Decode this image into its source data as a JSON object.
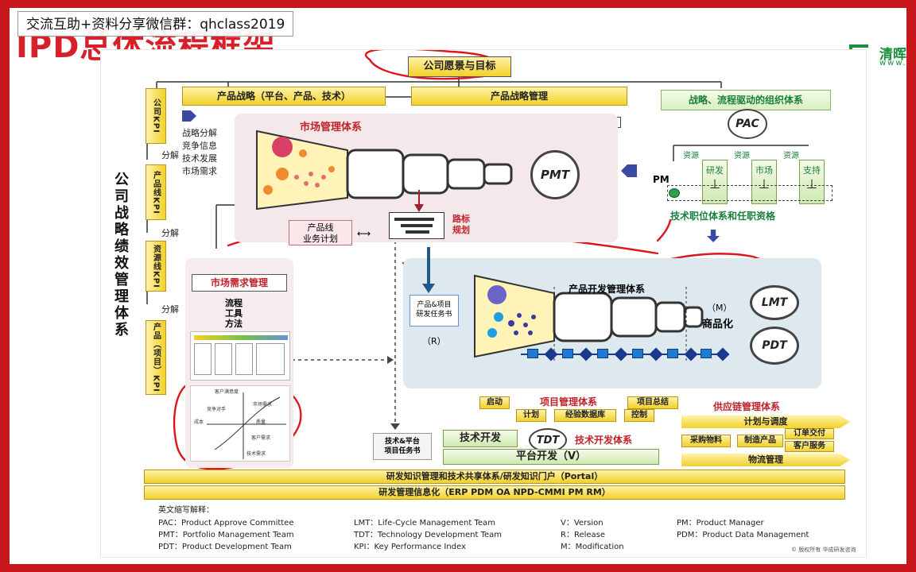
{
  "overlay_banner": "交流互助+资料分享微信群：qhclass2019",
  "slide_title": "IPD总体流程框架",
  "logo": {
    "name": "清晖",
    "sub": "www."
  },
  "vision_box": "公司愿景与目标",
  "product_strategy": "产品战略（平台、产品、技术）",
  "product_strategy_mgmt": "产品战略管理",
  "org_system": "战略、流程驱动的组织体系",
  "side_title": "公司战略绩效管理体系",
  "kpis": [
    "公司KPI",
    "产品线KPI",
    "资源线KPI",
    "产品（项目）KPI"
  ],
  "decompose_label": "分解",
  "strategy_inputs": [
    "战略分解",
    "竞争信息",
    "技术发展",
    "市场需求"
  ],
  "market_mgmt_system": "市场管理体系",
  "pmt": "PMT",
  "product_line_plan": [
    "产品线",
    "业务计划"
  ],
  "roadmap": [
    "路标",
    "规划"
  ],
  "pac": "PAC",
  "resource_labels": [
    "资源",
    "资源",
    "资源"
  ],
  "resource_depts": [
    "研发",
    "市场",
    "支持"
  ],
  "pm": "PM",
  "tech_position": "技术职位体系和任职资格",
  "market_req_mgmt": "市场需求管理",
  "process_tools": [
    "流程",
    "工具",
    "方法"
  ],
  "chart_labels": [
    "客户满意度",
    "市场需求",
    "竞争对手",
    "成本",
    "质量",
    "客户需求",
    "技术需求"
  ],
  "product_task_book": [
    "产品&项目",
    "研发任务书"
  ],
  "r_label": "（R）",
  "product_dev_system": "产品开发管理体系",
  "m_label": "（M）",
  "commercialization": "商品化",
  "lmt": "LMT",
  "pdt": "PDT",
  "project_mgmt_system": "项目管理体系",
  "project_items": [
    "启动",
    "计划",
    "经验数据库",
    "控制",
    "项目总结"
  ],
  "supply_chain_system": "供应链管理体系",
  "supply_items": [
    "计划与调度",
    "采购物料",
    "制造产品",
    "订单交付",
    "客户服务",
    "物流管理"
  ],
  "tech_platform_task": [
    "技术&平台",
    "项目任务书"
  ],
  "tech_dev": "技术开发",
  "tdt": "TDT",
  "tech_dev_system": "技术开发体系",
  "platform_dev": "平台开发（V）",
  "knowledge_bar": "研发知识管理和技术共享体系/研发知识门户（Portal）",
  "info_bar": "研发管理信息化（ERP PDM OA NPD-CMMI PM RM）",
  "legend_title": "英文缩写解释：",
  "legend": [
    [
      "PAC：Product Approve Committee",
      "LMT：Life-Cycle Management Team",
      "V：Version",
      "PM：Product Manager"
    ],
    [
      "PMT：Portfolio Management Team",
      "TDT：Technology Development Team",
      "R：Release",
      "PDM：Product Data Management"
    ],
    [
      "PDT：Product Development Team",
      "KPI：Key Performance Index",
      "M：Modification",
      ""
    ]
  ],
  "copyright": "© 版权所有 华成研发咨询",
  "colors": {
    "frame": "#c8161d",
    "gold": "#f2d12a",
    "green": "#1a7f3a",
    "annotation": "#e0141c"
  }
}
